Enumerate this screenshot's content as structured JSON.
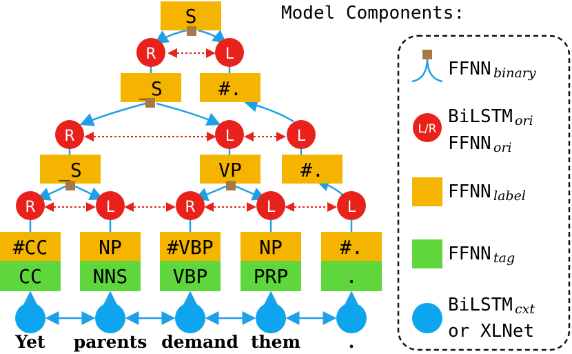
{
  "legend": {
    "title": "Model Components:",
    "items": [
      {
        "name": "FFNN",
        "sub": "binary"
      },
      {
        "name": "BiLSTM",
        "sub": "ori",
        "name2": "FFNN",
        "sub2": "ori",
        "icon": "L/R"
      },
      {
        "name": "FFNN",
        "sub": "label"
      },
      {
        "name": "FFNN",
        "sub": "tag"
      },
      {
        "name": "BiLSTM",
        "sub": "cxt",
        "name2": "or XLNet"
      }
    ]
  },
  "words": [
    "Yet",
    "parents",
    "demand",
    "them",
    "."
  ],
  "tags": [
    "CC",
    "NNS",
    "VBP",
    "PRP",
    "."
  ],
  "leaf_labels": [
    "#CC",
    "NP",
    "#VBP",
    "NP",
    "#."
  ],
  "leaf_orientations": [
    "R",
    "L",
    "R",
    "L",
    "L"
  ],
  "level2": {
    "labels": [
      "_S",
      "VP",
      "#."
    ],
    "orientations": [
      "R",
      "L",
      "L"
    ]
  },
  "level3": {
    "labels": [
      "_S",
      "#."
    ],
    "orientations": [
      "R",
      "L"
    ]
  },
  "root": "S",
  "colors": {
    "label": "#f5b400",
    "tag": "#5ed63c",
    "node": "#e8221b",
    "cxt": "#0ea5ef",
    "arrow": "#1ea0e6",
    "dotted": "#e8221b",
    "binary": "#a77945"
  }
}
